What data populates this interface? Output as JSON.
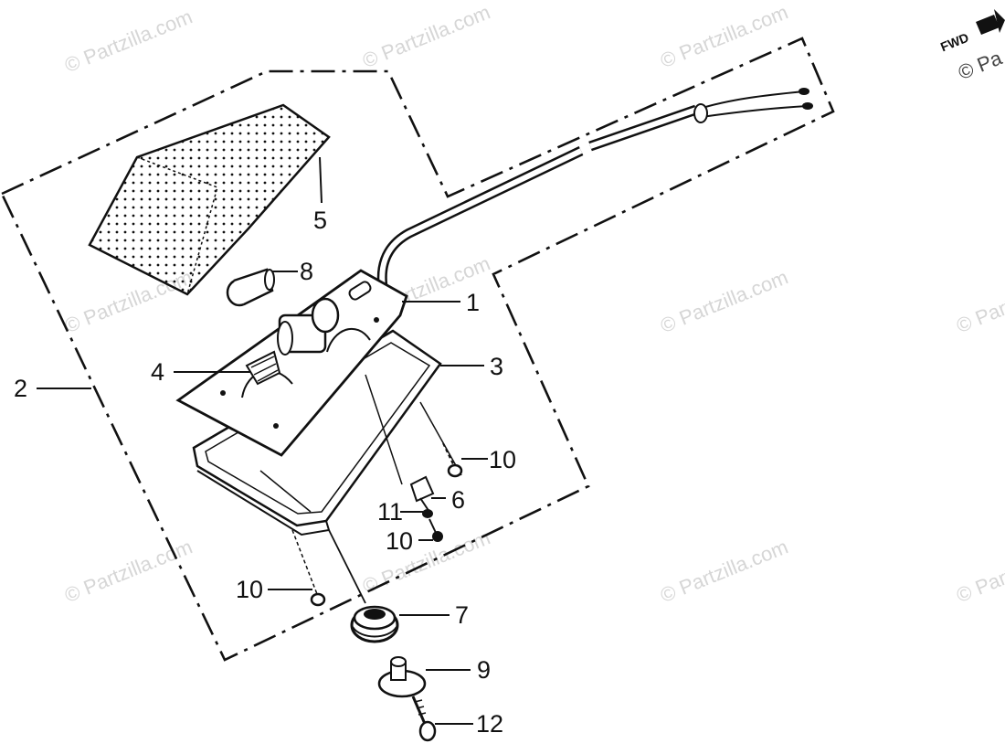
{
  "watermark": {
    "text": "© Partzilla.com"
  },
  "direction_marker": {
    "label": "FWD",
    "copyright": "© Pa"
  },
  "callouts": {
    "c1": "1",
    "c2": "2",
    "c3": "3",
    "c4": "4",
    "c5": "5",
    "c6": "6",
    "c7": "7",
    "c8": "8",
    "c9": "9",
    "c10a": "10",
    "c10b": "10",
    "c10c": "10",
    "c11": "11",
    "c12": "12"
  },
  "colors": {
    "ink": "#111111",
    "watermark": "#d6d6d6",
    "background": "#ffffff"
  }
}
